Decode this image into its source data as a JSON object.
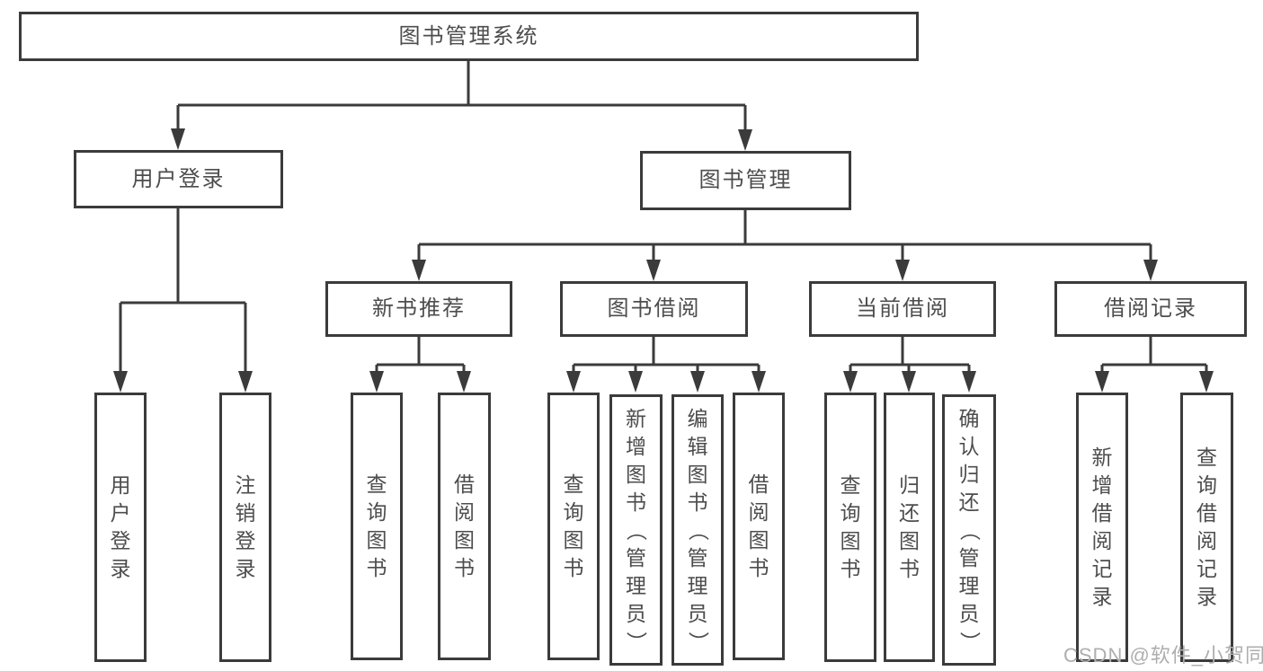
{
  "tree": {
    "root": {
      "label": "图书管理系统"
    },
    "branches": [
      {
        "label": "用户登录",
        "children": [
          {
            "label": "用户登录"
          },
          {
            "label": "注销登录"
          }
        ]
      },
      {
        "label": "图书管理",
        "groups": [
          {
            "label": "新书推荐",
            "children": [
              {
                "label": "查询图书"
              },
              {
                "label": "借阅图书"
              }
            ]
          },
          {
            "label": "图书借阅",
            "children": [
              {
                "label": "查询图书"
              },
              {
                "label": "新增图书（管理员）"
              },
              {
                "label": "编辑图书（管理员）"
              },
              {
                "label": "借阅图书"
              }
            ]
          },
          {
            "label": "当前借阅",
            "children": [
              {
                "label": "查询图书"
              },
              {
                "label": "归还图书"
              },
              {
                "label": "确认归还（管理员）"
              }
            ]
          },
          {
            "label": "借阅记录",
            "children": [
              {
                "label": "新增借阅记录"
              },
              {
                "label": "查询借阅记录"
              }
            ]
          }
        ]
      }
    ],
    "watermark": "CSDN @软件_小贺同学",
    "colors": {
      "line": "#3b3b3b",
      "text": "#4d4d4d",
      "watermark": "#aeaeae",
      "background": "#ffffff"
    }
  }
}
